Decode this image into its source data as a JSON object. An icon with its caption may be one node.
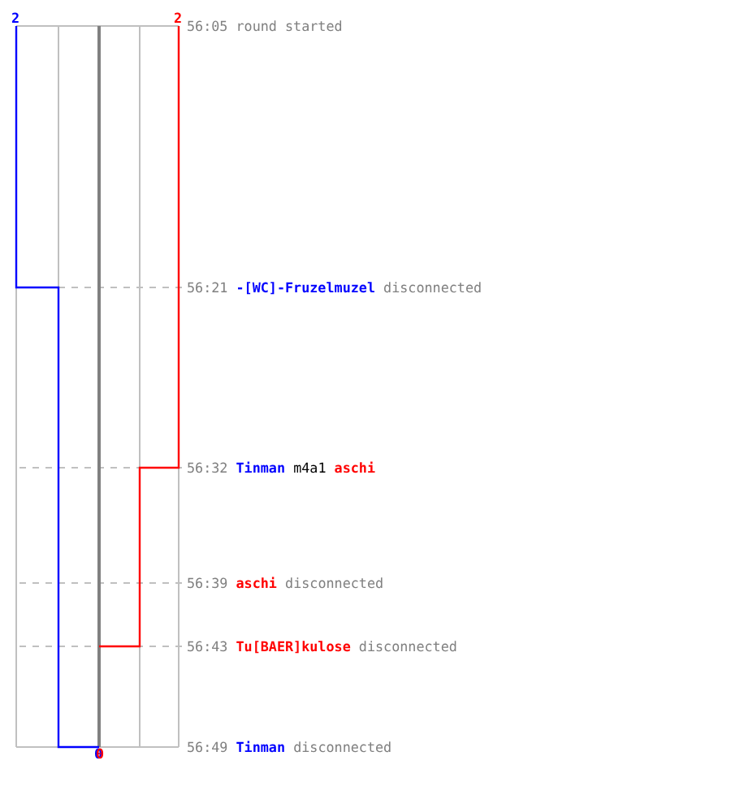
{
  "diagram": {
    "labels": [
      "2",
      "2",
      "56:05",
      "round started",
      "56:21",
      "-[WC]-Fruzelmuzel",
      "disconnected",
      "56:32",
      "Tinman",
      "m4a1",
      "aschi",
      "56:39",
      "aschi",
      "disconnected",
      "56:43",
      "Tu[BAER]kulose",
      "disconnected",
      "56:49",
      "Tinman",
      "disconnected",
      "0"
    ]
  }
}
